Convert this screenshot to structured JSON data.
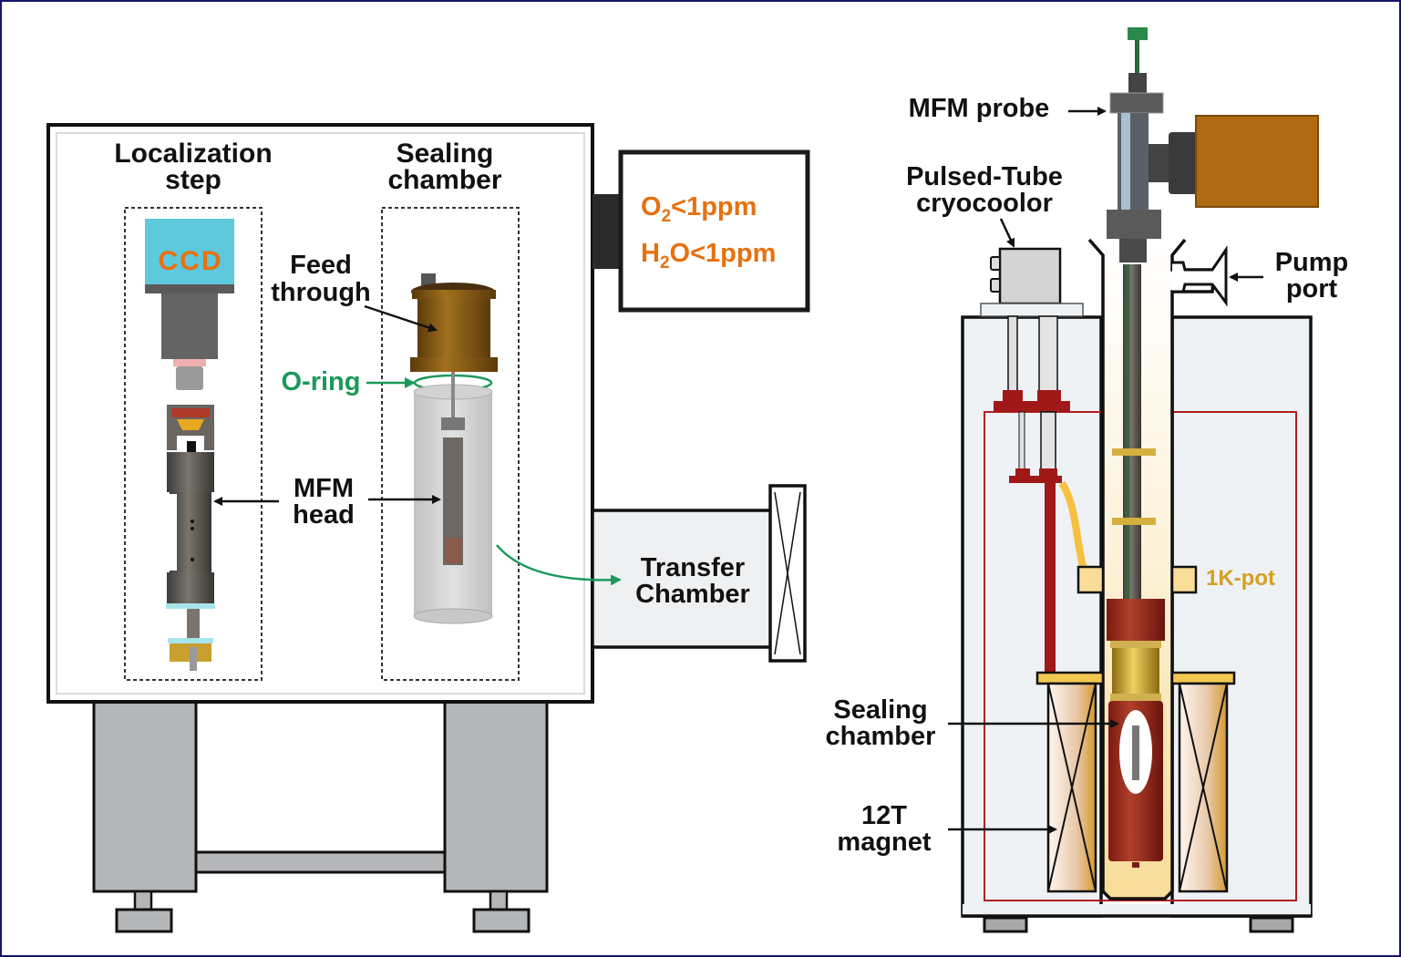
{
  "glovebox": {
    "section_titles": {
      "localization": [
        "Localization",
        "step"
      ],
      "sealing": [
        "Sealing",
        "chamber"
      ]
    },
    "ccd_label": "CCD",
    "feed_through": [
      "Feed",
      "through"
    ],
    "o_ring": "O-ring",
    "mfm_head": [
      "MFM",
      "head"
    ],
    "transfer_chamber": [
      "Transfer",
      "Chamber"
    ],
    "atmosphere": {
      "o2": {
        "species": "O",
        "sub": "2",
        "limit": "<1ppm"
      },
      "h2o": {
        "species_a": "H",
        "sub": "2",
        "species_b": "O",
        "limit": "<1ppm"
      }
    }
  },
  "cryostat": {
    "mfm_probe": "MFM probe",
    "pulsed_tube": [
      "Pulsed-Tube",
      "cryocoolor"
    ],
    "pump_port": [
      "Pump",
      "port"
    ],
    "one_k_pot": "1K-pot",
    "sealing_chamber": [
      "Sealing",
      "chamber"
    ],
    "magnet": [
      "12T",
      "magnet"
    ]
  },
  "colors": {
    "frame": "#14146e",
    "orange_text": "#e8700e",
    "green": "#1a9a5a",
    "gold_text": "#d4a020",
    "brass": "#8a5a14",
    "dark_red": "#a01818",
    "ccd_blue": "#5ec8dc",
    "cryo_fill": "#eef2f5"
  }
}
